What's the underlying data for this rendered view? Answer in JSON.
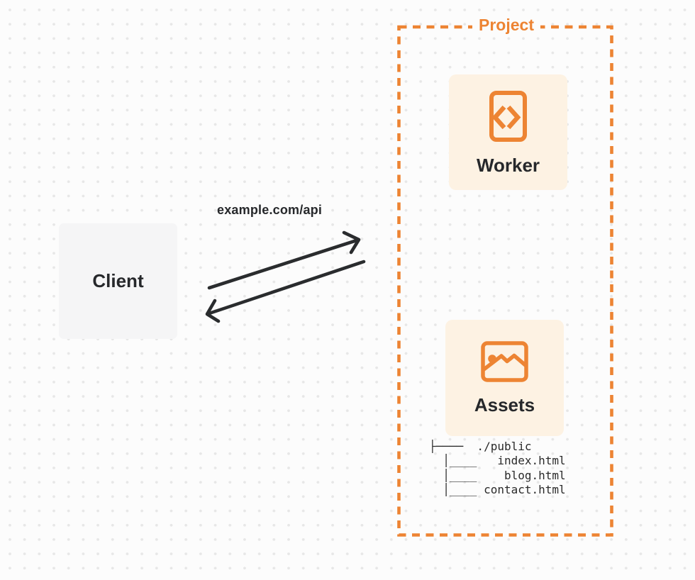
{
  "colors": {
    "accent_orange": "#ED8433",
    "panel_cream": "#FDF2E3",
    "client_gray": "#F5F5F6",
    "ink": "#26282B",
    "arrow_black": "#2A2C2E",
    "background": "#FCFCFC",
    "dot_grid": "#E7E7E7"
  },
  "client": {
    "label": "Client"
  },
  "request": {
    "url_label": "example.com/api"
  },
  "project": {
    "label": "Project",
    "worker": {
      "label": "Worker",
      "icon": "code-file-icon"
    },
    "assets": {
      "label": "Assets",
      "icon": "image-icon"
    },
    "file_tree": [
      "├────  ./public",
      "  │____   index.html",
      "  │____    blog.html",
      "  │____ contact.html"
    ]
  }
}
